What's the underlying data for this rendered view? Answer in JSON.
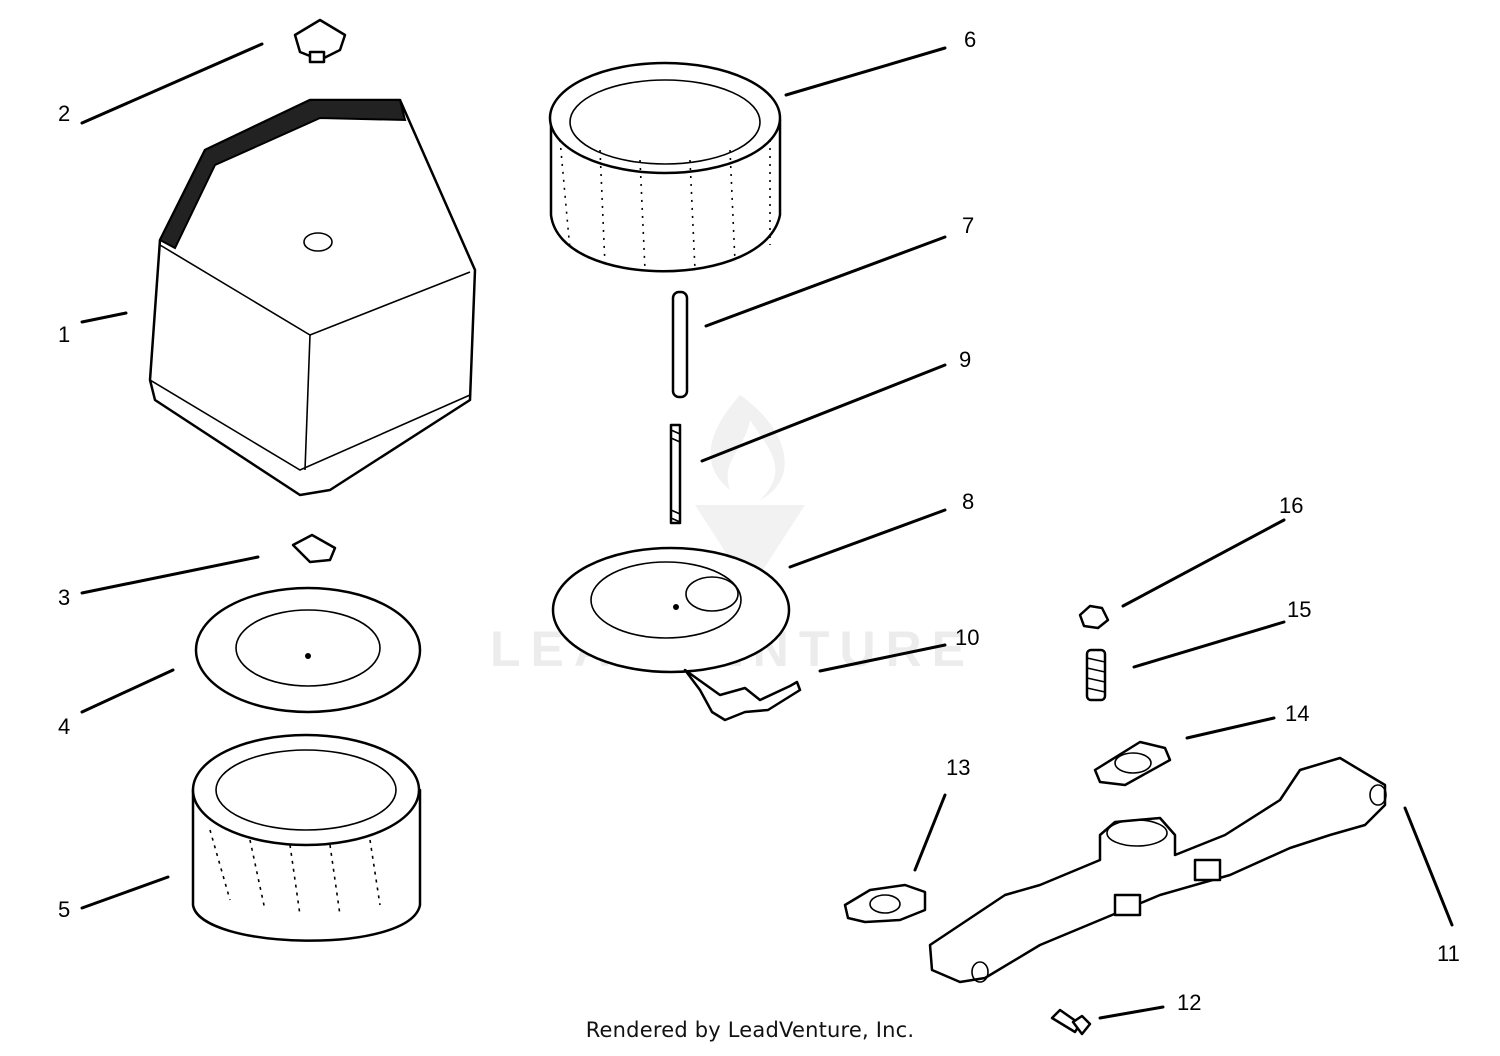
{
  "footer": {
    "text": "Rendered by LeadVenture, Inc."
  },
  "watermark": {
    "text": "LEADVENTURE"
  },
  "callouts": {
    "c1": "1",
    "c2": "2",
    "c3": "3",
    "c4": "4",
    "c5": "5",
    "c6": "6",
    "c7": "7",
    "c8": "8",
    "c9": "9",
    "c10": "10",
    "c11": "11",
    "c12": "12",
    "c13": "13",
    "c14": "14",
    "c15": "15",
    "c16": "16"
  }
}
